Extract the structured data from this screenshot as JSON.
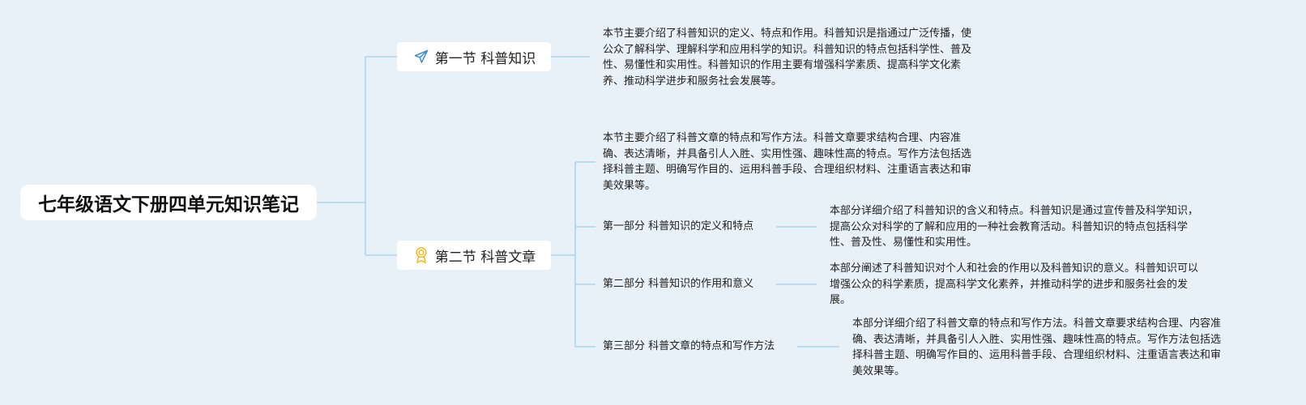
{
  "root": {
    "title": "七年级语文下册四单元知识笔记"
  },
  "sections": [
    {
      "title": "第一节 科普知识",
      "icon": "paper-plane-icon",
      "summary": [
        "本节主要介绍了科普知识的定义、特点和作用。科普知识是指通过广泛传播，使",
        "公众了解科学、理解科学和应用科学的知识。科普知识的特点包括科学性、普及",
        "性、易懂性和实用性。科普知识的作用主要有增强科学素质、提高科学文化素",
        "养、推动科学进步和服务社会发展等。"
      ]
    },
    {
      "title": "第二节 科普文章",
      "icon": "award-ribbon-icon",
      "summary": [
        "本节主要介绍了科普文章的特点和写作方法。科普文章要求结构合理、内容准",
        "确、表达清晰，并具备引人入胜、实用性强、趣味性高的特点。写作方法包括选",
        "择科普主题、明确写作目的、运用科普手段、合理组织材料、注重语言表达和审",
        "美效果等。"
      ],
      "parts": [
        {
          "label": "第一部分 科普知识的定义和特点",
          "detail": [
            "本部分详细介绍了科普知识的含义和特点。科普知识是通过宣传普及科学知识，",
            "提高公众对科学的了解和应用的一种社会教育活动。科普知识的特点包括科学",
            "性、普及性、易懂性和实用性。"
          ]
        },
        {
          "label": "第二部分 科普知识的作用和意义",
          "detail": [
            "本部分阐述了科普知识对个人和社会的作用以及科普知识的意义。科普知识可以",
            "增强公众的科学素质，提高科学文化素养，并推动科学的进步和服务社会的发",
            "展。"
          ]
        },
        {
          "label": "第三部分 科普文章的特点和写作方法",
          "detail": [
            "本部分详细介绍了科普文章的特点和写作方法。科普文章要求结构合理、内容准",
            "确、表达清晰，并具备引人入胜、实用性强、趣味性高的特点。写作方法包括选",
            "择科普主题、明确写作目的、运用科普手段、合理组织材料、注重语言表达和审",
            "美效果等。"
          ]
        }
      ]
    }
  ],
  "colors": {
    "background": "#e8f0f8",
    "connector": "#9fd0ec",
    "node_fill": "#ffffff",
    "plane_icon": "#3a8fd6",
    "award_icon": "#f2b824"
  }
}
